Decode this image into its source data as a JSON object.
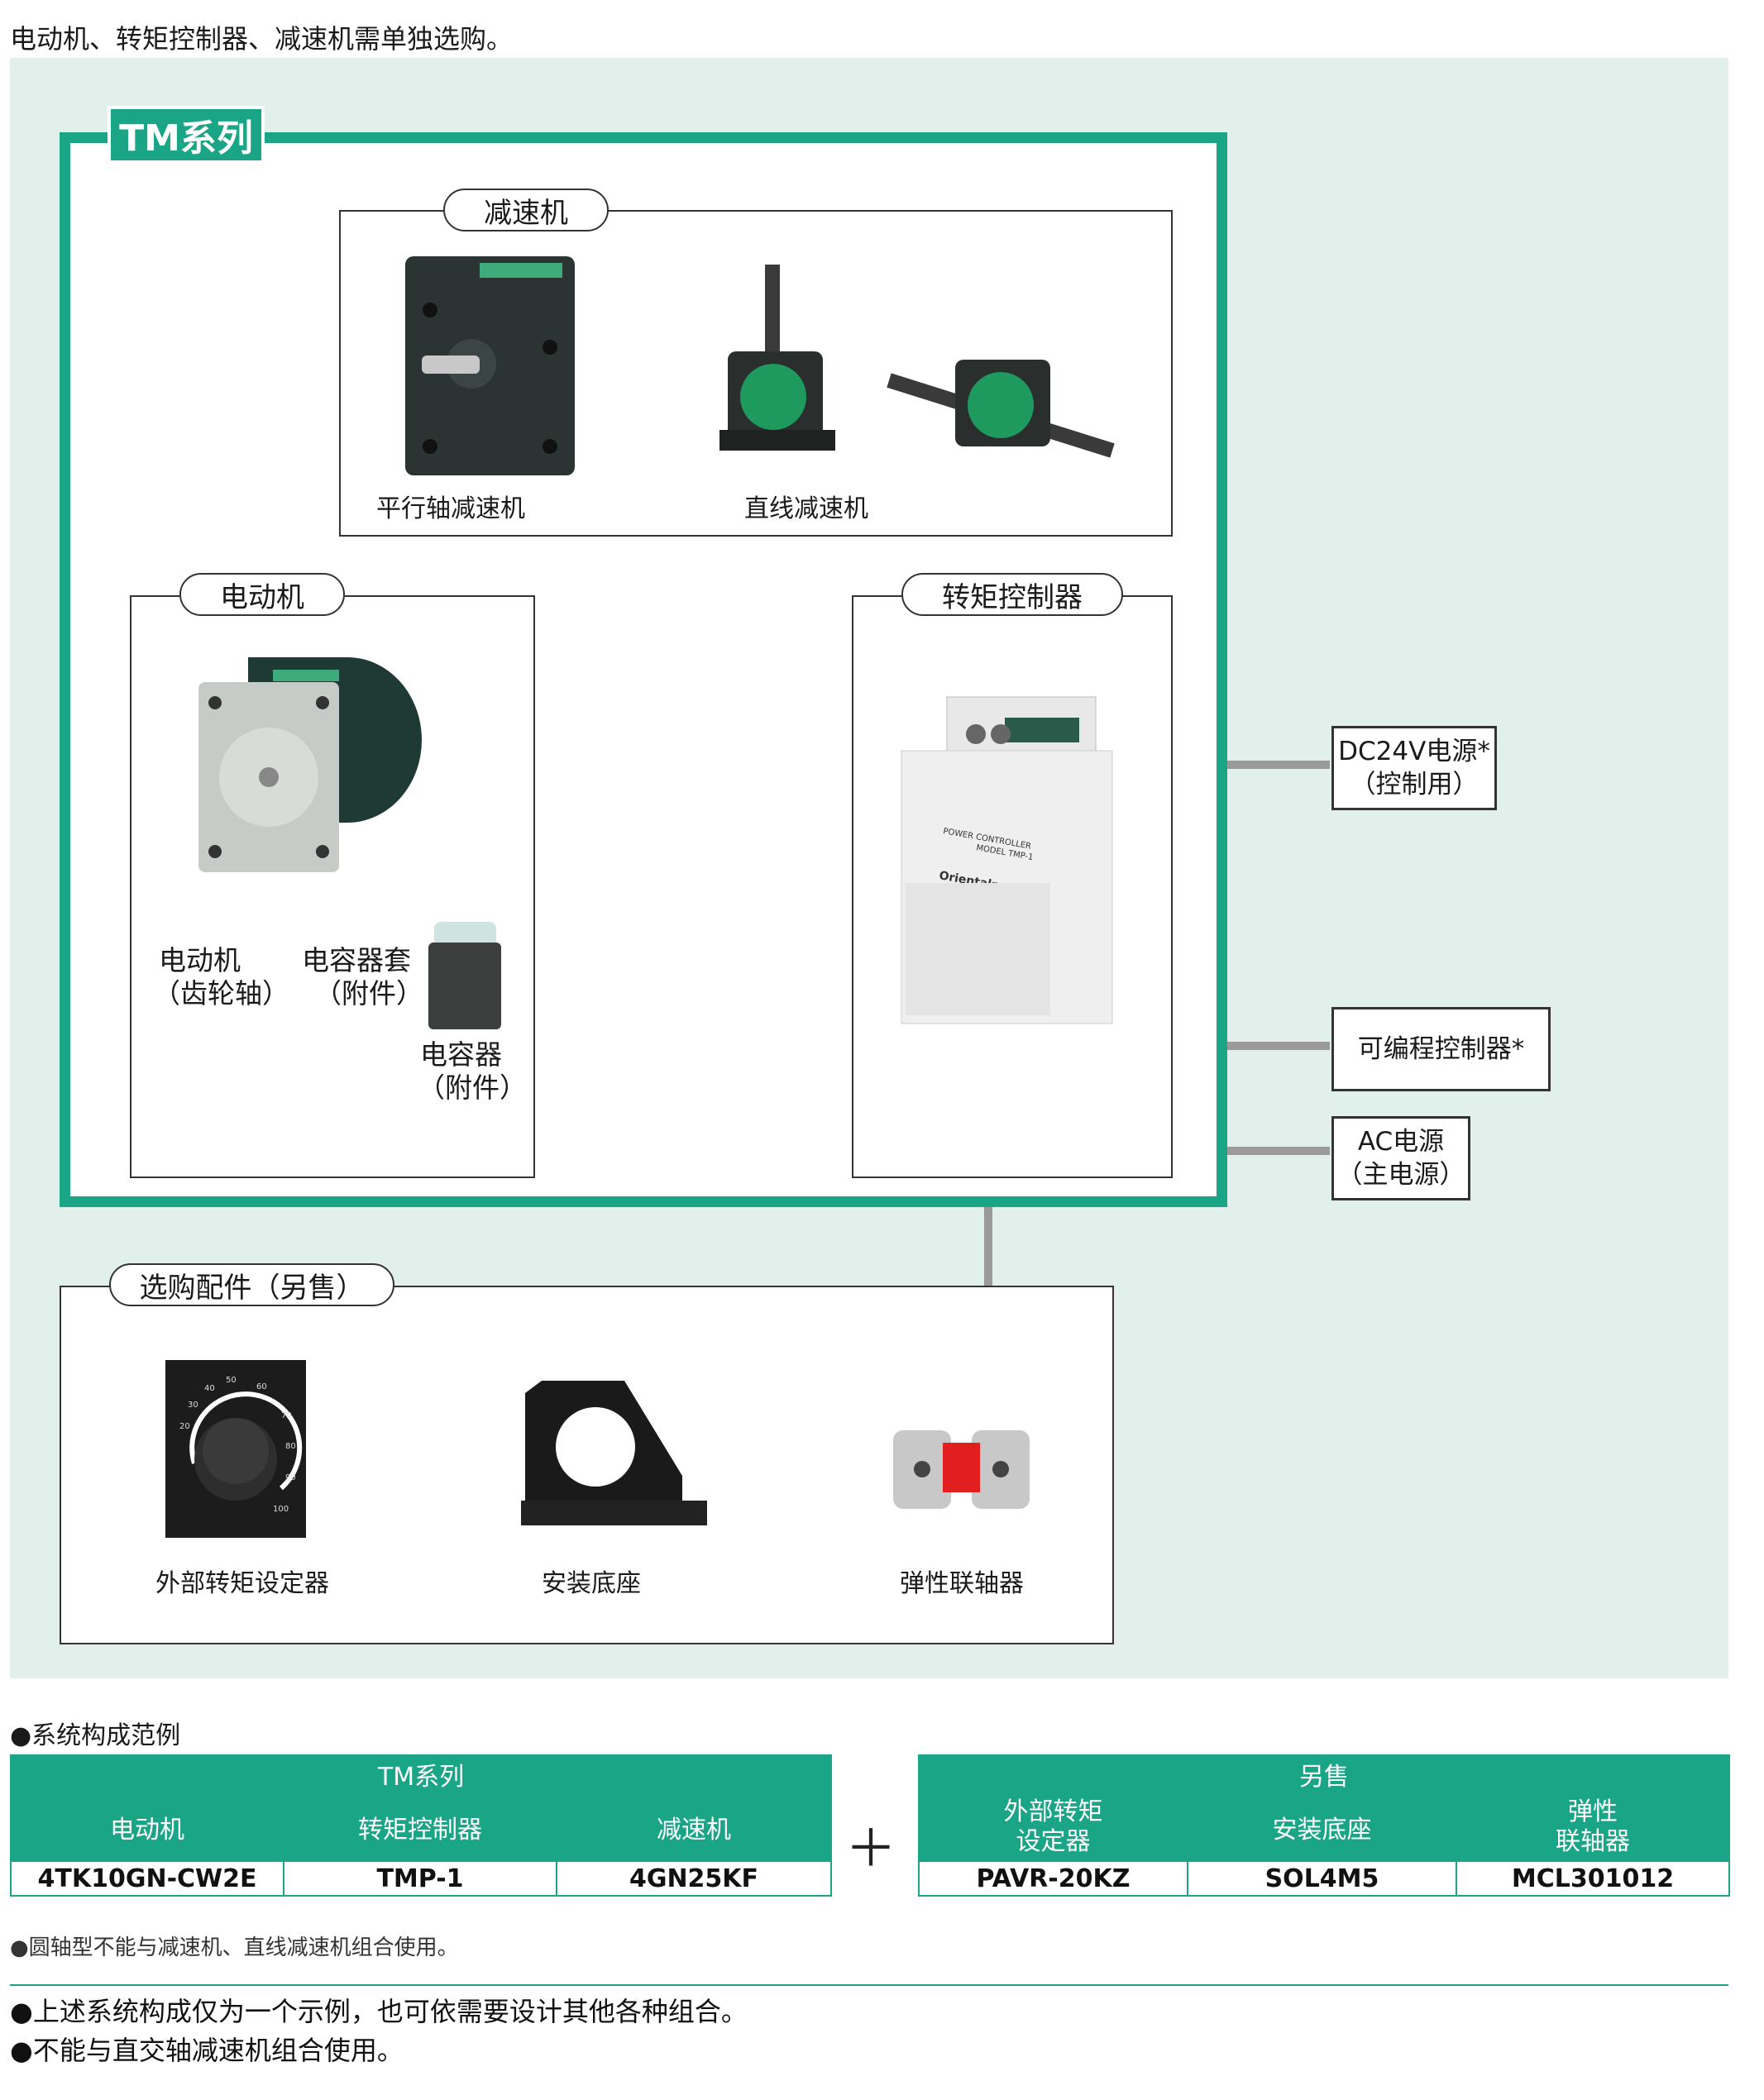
{
  "intro": "电动机、转矩控制器、减速机需单独选购。",
  "diagram": {
    "tm_series": "TM系列",
    "gearhead_group": "减速机",
    "gearhead_parallel": "平行轴减速机",
    "gearhead_linear": "直线减速机",
    "motor_group": "电动机",
    "motor_label_1": "电动机",
    "motor_label_2": "（齿轮轴）",
    "cap_cover_1": "电容器套",
    "cap_cover_2": "（附件）",
    "capacitor_1": "电容器",
    "capacitor_2": "（附件）",
    "controller_group": "转矩控制器",
    "dc_power_1": "DC24V电源*",
    "dc_power_2": "（控制用）",
    "plc": "可编程控制器*",
    "ac_power_1": "AC电源",
    "ac_power_2": "（主电源）",
    "accessories_group": "选购配件（另售）",
    "acc_torque_setter": "外部转矩设定器",
    "acc_mount": "安装底座",
    "acc_coupling": "弹性联轴器",
    "controller_print": "POWER CONTROLLER",
    "controller_model": "MODEL TMP-1",
    "brand": "Orientalmotor",
    "dial_ticks": [
      "20",
      "30",
      "40",
      "50",
      "60",
      "70",
      "80",
      "90",
      "100"
    ]
  },
  "config": {
    "title": "●系统构成范例",
    "left_header": "TM系列",
    "left_cols": [
      "电动机",
      "转矩控制器",
      "减速机"
    ],
    "left_vals": [
      "4TK10GN-CW2E",
      "TMP-1",
      "4GN25KF"
    ],
    "plus": "＋",
    "right_header": "另售",
    "right_cols_1": [
      "外部转矩",
      "安装底座",
      "弹性"
    ],
    "right_cols_2": [
      "设定器",
      "",
      "联轴器"
    ],
    "right_vals": [
      "PAVR-20KZ",
      "SOL4M5",
      "MCL301012"
    ]
  },
  "notes": {
    "small": "●圆轴型不能与减速机、直线减速机组合使用。",
    "n1": "●上述系统构成仅为一个示例，也可依需要设计其他各种组合。",
    "n2": "●不能与直交轴减速机组合使用。"
  },
  "colors": {
    "accent": "#1aa586",
    "panel": "#e2f0eb",
    "line": "#9a9a9a"
  }
}
